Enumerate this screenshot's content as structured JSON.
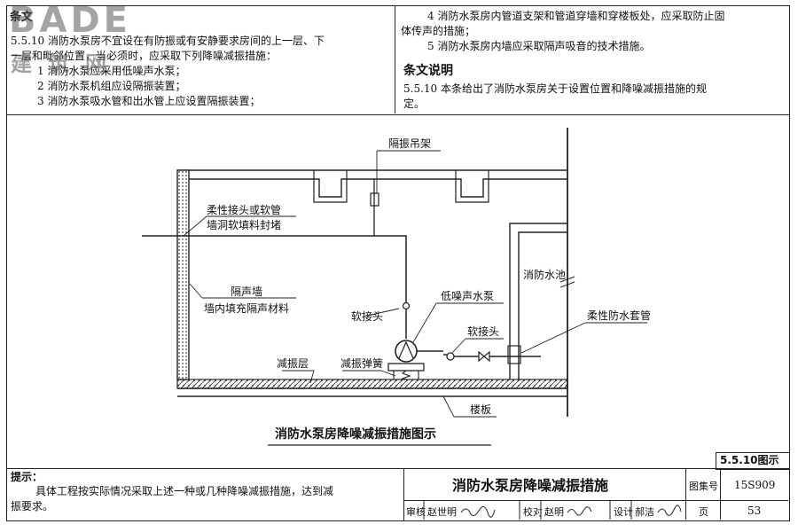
{
  "watermark": {
    "brand": "BADE",
    "sub": "建筑网"
  },
  "clause": {
    "title": "条文",
    "left_lines": [
      "5.5.10 消防水泵房不宜设在有防振或有安静要求房间的上一层、下",
      "一层和毗邻位置，当必须时，应采取下列降噪减振措施：",
      "1 消防水泵应采用低噪声水泵；",
      "2 消防水泵机组应设隔振装置；",
      "3 消防水泵吸水管和出水管上应设置隔振装置；"
    ],
    "right_lines": [
      "4 消防水泵房内管道支架和管道穿墙和穿楼板处，应采取防止固",
      "体传声的措施；",
      "5 消防水泵房内墙应采取隔声吸音的技术措施。"
    ],
    "explain_title": "条文说明",
    "explain_lines": [
      "5.5.10 本条给出了消防水泵房关于设置位置和降噪减振措施的规",
      "定。"
    ]
  },
  "diagram": {
    "labels": {
      "hanger": "隔振吊架",
      "flex_joint_1": "柔性接头或软管",
      "flex_joint_2": "墙洞软填料封堵",
      "wall_1": "隔声墙",
      "wall_2": "墙内填充隔声材料",
      "soft_joint_left": "软接头",
      "pump": "低噪声水泵",
      "soft_joint_right": "软接头",
      "sleeve": "柔性防水套管",
      "tank": "消防水池",
      "damping_layer": "减振层",
      "spring": "减振弹簧",
      "floor": "楼板"
    },
    "caption": "消防水泵房降噪减振措施图示"
  },
  "footer": {
    "figure_tag": "5.5.10图示",
    "notes_title": "提示：",
    "notes_lines": [
      "具体工程按实际情况采取上述一种或几种降噪减振措施，达到减",
      "振要求。"
    ],
    "sheet_title": "消防水泵房降噪减振措施",
    "atlas_label": "图集号",
    "atlas_value": "15S909",
    "review_label": "审核",
    "review_name": "赵世明",
    "check_label": "校对",
    "check_name": "赵明",
    "design_label": "设计",
    "design_name": "郝洁",
    "page_label": "页",
    "page_value": "53"
  }
}
